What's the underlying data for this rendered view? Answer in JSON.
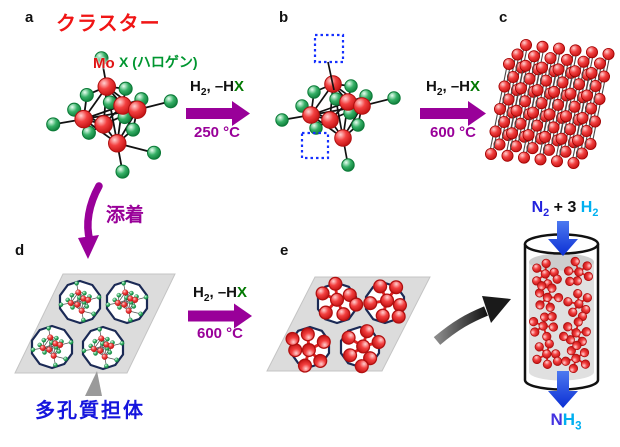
{
  "colors": {
    "mo_red": "#ee2222",
    "halogen_green": "#21a553",
    "halogen_text_green": "#009630",
    "reaction_purple": "#990099",
    "porous_support_blue": "#1515dd",
    "n2_blue": "#2222dd",
    "h2_cyan": "#00b0f0",
    "nh3_n_violet": "#4433e0",
    "pore_outline_navy": "#1b2a55",
    "support_gray": "#dcdcdc"
  },
  "panel_labels": {
    "a": "a",
    "b": "b",
    "c": "c",
    "d": "d",
    "e": "e"
  },
  "annotations": {
    "cluster_title": "クラスター",
    "mo_label": "Mo",
    "halogen_x": "X",
    "halogen_paren": " (ハロゲン)",
    "impregnation": "添着",
    "porous_support": "多孔質担体"
  },
  "reactions": {
    "a_to_b": {
      "h": "H",
      "h_sub": "2",
      "rest": ", –H",
      "x": "X",
      "temperature": "250 °C"
    },
    "b_to_c": {
      "h": "H",
      "h_sub": "2",
      "rest": ", –H",
      "x": "X",
      "temperature": "600 °C"
    },
    "d_to_e": {
      "h": "H",
      "h_sub": "2",
      "rest": ", –H",
      "x": "X",
      "temperature": "600 °C"
    }
  },
  "reactor": {
    "feed": {
      "n": "N",
      "n_sub": "2",
      "plus": " + 3 ",
      "h": "H",
      "h_sub": "2"
    },
    "product": {
      "n": "N",
      "h": "H",
      "h_sub": "3"
    }
  }
}
